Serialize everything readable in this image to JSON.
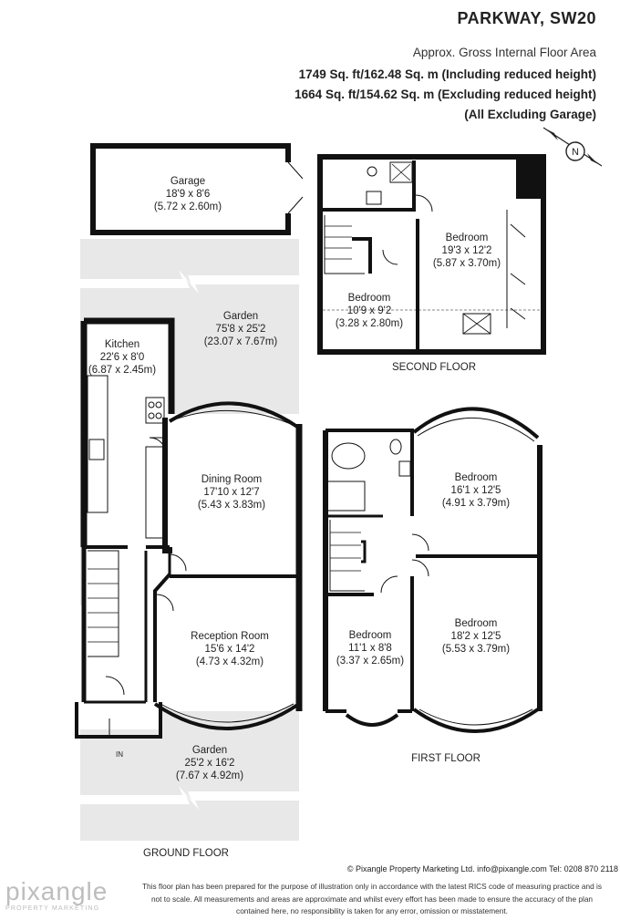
{
  "header": {
    "title": "PARKWAY, SW20",
    "subtitle": "Approx. Gross Internal Floor Area",
    "area_incl": "1749 Sq. ft/162.48 Sq. m (Including reduced height)",
    "area_excl": "1664 Sq. ft/154.62 Sq. m (Excluding reduced height)",
    "area_note": "(All Excluding Garage)"
  },
  "compass": {
    "label": "N"
  },
  "rooms": {
    "garage": {
      "name": "Garage",
      "imperial": "18'9 x 8'6",
      "metric": "(5.72 x 2.60m)"
    },
    "garden_rear": {
      "name": "Garden",
      "imperial": "75'8 x 25'2",
      "metric": "(23.07 x 7.67m)"
    },
    "kitchen": {
      "name": "Kitchen",
      "imperial": "22'6 x 8'0",
      "metric": "(6.87 x 2.45m)"
    },
    "dining": {
      "name": "Dining Room",
      "imperial": "17'10 x 12'7",
      "metric": "(5.43 x 3.83m)"
    },
    "reception": {
      "name": "Reception Room",
      "imperial": "15'6 x 14'2",
      "metric": "(4.73 x 4.32m)"
    },
    "garden_front": {
      "name": "Garden",
      "imperial": "25'2 x 16'2",
      "metric": "(7.67 x 4.92m)"
    },
    "sf_bed_large": {
      "name": "Bedroom",
      "imperial": "19'3 x 12'2",
      "metric": "(5.87 x 3.70m)"
    },
    "sf_bed_small": {
      "name": "Bedroom",
      "imperial": "10'9 x 9'2",
      "metric": "(3.28 x 2.80m)"
    },
    "ff_bed_rear": {
      "name": "Bedroom",
      "imperial": "16'1 x 12'5",
      "metric": "(4.91 x 3.79m)"
    },
    "ff_bed_small": {
      "name": "Bedroom",
      "imperial": "11'1 x 8'8",
      "metric": "(3.37 x 2.65m)"
    },
    "ff_bed_front": {
      "name": "Bedroom",
      "imperial": "18'2 x 12'5",
      "metric": "(5.53 x 3.79m)"
    }
  },
  "floor_labels": {
    "ground": "GROUND FLOOR",
    "first": "FIRST FLOOR",
    "second": "SECOND FLOOR",
    "entrance": "IN"
  },
  "footer": {
    "copyright": "© Pixangle Property Marketing Ltd. info@pixangle.com Tel: 0208 870 2118",
    "disclaimer_1": "This floor plan has been prepared for the purpose of illustration only in accordance with the latest RICS code of measuring practice and is",
    "disclaimer_2": "not to scale. All measurements and areas are approximate and whilst every effort has been made to ensure the accuracy of the plan",
    "disclaimer_3": "contained here, no responsibility is taken for any error, omission or misstatement.",
    "logo": "pixangle",
    "logo_sub": "PROPERTY MARKETING"
  },
  "colors": {
    "wall": "#111111",
    "garden": "#e8e8e8",
    "text": "#222222",
    "logo": "#bdbdbd"
  }
}
